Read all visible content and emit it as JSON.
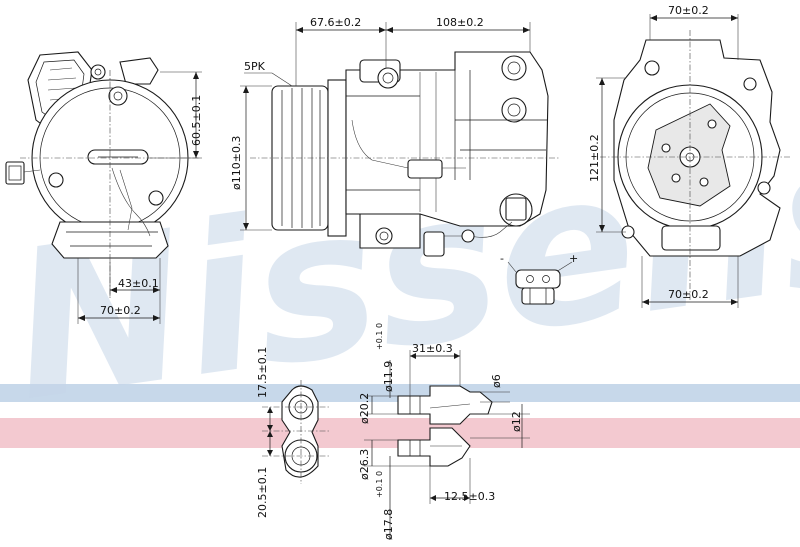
{
  "watermark": "Nissens",
  "colors": {
    "band_blue": "#c7d8ea",
    "band_red": "#f3c9d0",
    "watermark": "#c4d6e7"
  },
  "side_view": {
    "dim_height": "60.5±0.1",
    "dim_offset": "43±0.1",
    "dim_width": "70±0.2"
  },
  "top_view": {
    "dim_belt": "5PK",
    "dim_pulley_offset": "67.6±0.2",
    "dim_length": "108±0.2",
    "dim_pulley_dia": "ø110±0.3"
  },
  "connector": {
    "minus": "-",
    "plus": "+"
  },
  "rear_view": {
    "dim_width_top": "70±0.2",
    "dim_height": "121±0.2",
    "dim_width_bottom": "70±0.2"
  },
  "port_front": {
    "dim_top": "17.5±0.1",
    "dim_bottom": "20.5±0.1"
  },
  "port_side": {
    "dim_bore_top": "ø11.9",
    "dim_bore_top_tol": "+0.1\n 0",
    "dim_31": "31±0.3",
    "dim_6": "ø6",
    "dim_20": "ø20.2",
    "dim_12": "ø12",
    "dim_26": "ø26.3",
    "dim_bore_bottom": "ø17.8",
    "dim_bore_bottom_tol": "+0.1\n 0",
    "dim_12_5": "12.5±0.3"
  }
}
